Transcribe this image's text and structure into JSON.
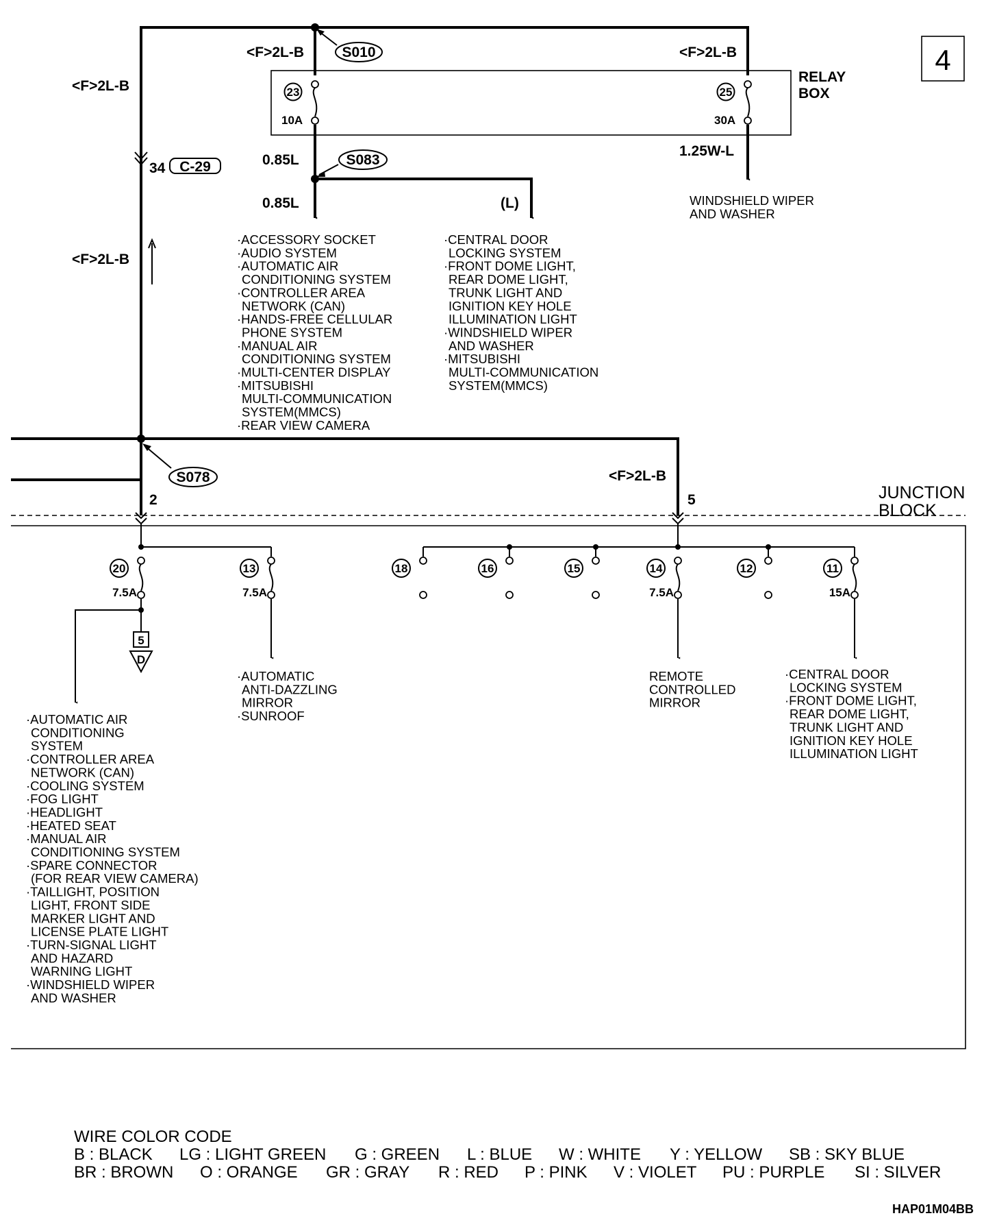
{
  "page_number": "4",
  "relay_box": {
    "title_line1": "RELAY",
    "title_line2": "BOX",
    "fuse_left": {
      "number": "23",
      "rating": "10A"
    },
    "fuse_right": {
      "number": "25",
      "rating": "30A"
    }
  },
  "junction_block": {
    "title_line1": "JUNCTION",
    "title_line2": "BLOCK"
  },
  "splices": {
    "s010": "S010",
    "s083": "S083",
    "s078": "S078"
  },
  "wire_labels": {
    "fb": "<F>2L-B",
    "l085": "0.85L",
    "w125": "1.25W-L",
    "l": "(L)",
    "pin34": "34",
    "conn_c29": "C-29",
    "pin2": "2",
    "pin5": "5"
  },
  "jb_fuses": [
    {
      "number": "20",
      "rating": "7.5A"
    },
    {
      "number": "13",
      "rating": "7.5A"
    },
    {
      "number": "18",
      "rating": ""
    },
    {
      "number": "16",
      "rating": ""
    },
    {
      "number": "15",
      "rating": ""
    },
    {
      "number": "14",
      "rating": "7.5A"
    },
    {
      "number": "12",
      "rating": ""
    },
    {
      "number": "11",
      "rating": "15A"
    }
  ],
  "ground_marker": {
    "number": "5",
    "letter": "D"
  },
  "destinations": {
    "wiper_relay": [
      "WINDSHIELD WIPER",
      "AND WASHER"
    ],
    "s083_left": [
      "·ACCESSORY SOCKET",
      "·AUDIO SYSTEM",
      "·AUTOMATIC AIR",
      "CONDITIONING SYSTEM",
      "·CONTROLLER AREA",
      "NETWORK (CAN)",
      "·HANDS-FREE CELLULAR",
      "PHONE SYSTEM",
      "·MANUAL AIR",
      "CONDITIONING SYSTEM",
      "·MULTI-CENTER DISPLAY",
      "·MITSUBISHI",
      "MULTI-COMMUNICATION",
      "SYSTEM(MMCS)",
      "·REAR VIEW CAMERA"
    ],
    "s083_right": [
      "·CENTRAL DOOR",
      "LOCKING SYSTEM",
      "·FRONT DOME LIGHT,",
      "REAR DOME LIGHT,",
      "TRUNK LIGHT AND",
      "IGNITION KEY HOLE",
      "ILLUMINATION LIGHT",
      "·WINDSHIELD WIPER",
      "AND WASHER",
      "·MITSUBISHI",
      "MULTI-COMMUNICATION",
      "SYSTEM(MMCS)"
    ],
    "fuse20": [
      "·AUTOMATIC AIR",
      "CONDITIONING",
      "SYSTEM",
      "·CONTROLLER AREA",
      "NETWORK (CAN)",
      "·COOLING SYSTEM",
      "·FOG LIGHT",
      "·HEADLIGHT",
      "·HEATED SEAT",
      "·MANUAL AIR",
      "CONDITIONING SYSTEM",
      "·SPARE CONNECTOR",
      "(FOR REAR VIEW CAMERA)",
      "·TAILLIGHT, POSITION",
      "LIGHT, FRONT SIDE",
      "MARKER LIGHT AND",
      "LICENSE PLATE LIGHT",
      "·TURN-SIGNAL LIGHT",
      "AND HAZARD",
      "WARNING LIGHT",
      "·WINDSHIELD WIPER",
      "AND WASHER"
    ],
    "fuse13": [
      "·AUTOMATIC",
      "ANTI-DAZZLING",
      "MIRROR",
      "·SUNROOF"
    ],
    "fuse14": [
      "REMOTE",
      "CONTROLLED",
      "MIRROR"
    ],
    "fuse11": [
      "·CENTRAL DOOR",
      "LOCKING SYSTEM",
      "·FRONT DOME LIGHT,",
      "REAR DOME LIGHT,",
      "TRUNK LIGHT AND",
      "IGNITION KEY HOLE",
      "ILLUMINATION LIGHT"
    ]
  },
  "color_code": {
    "title": "WIRE COLOR CODE",
    "row1": [
      "B : BLACK",
      "LG : LIGHT GREEN",
      "G : GREEN",
      "L : BLUE",
      "W : WHITE",
      "Y : YELLOW",
      "SB : SKY BLUE"
    ],
    "row2": [
      "BR : BROWN",
      "O : ORANGE",
      "GR : GRAY",
      "R : RED",
      "P : PINK",
      "V : VIOLET",
      "PU : PURPLE",
      "SI : SILVER"
    ]
  },
  "figure_code": "HAP01M04BB"
}
